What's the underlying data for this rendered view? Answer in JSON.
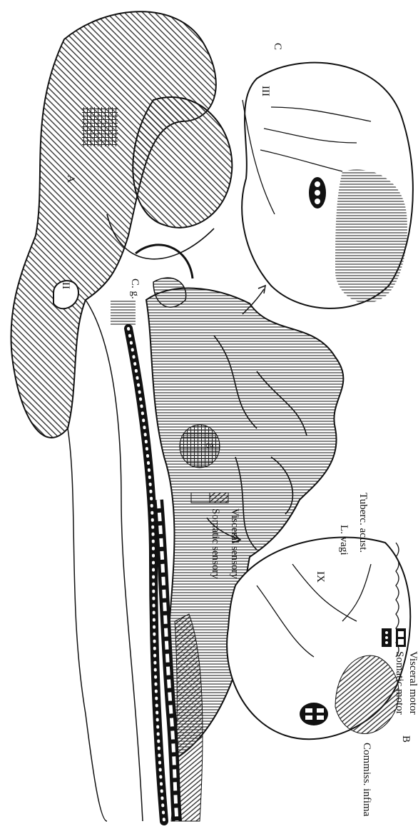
{
  "panels": {
    "a": "A",
    "b": "B",
    "c": "C"
  },
  "labels": {
    "nerve_ii": "II",
    "nerve_iii": "III",
    "nerve_ix": "IX",
    "cg": "C. g.",
    "g": "g",
    "tuberc_acust": "Tuberc. acust.",
    "l_vagi": "L. vagi",
    "commiss_infima": "Commiss. infima"
  },
  "legend": {
    "somatic_sensory": "Somatic sensory",
    "visceral_sensory": "Visceral sensory",
    "somatic_motor": "Somatic motor",
    "visceral_motor": "Visceral motor"
  }
}
